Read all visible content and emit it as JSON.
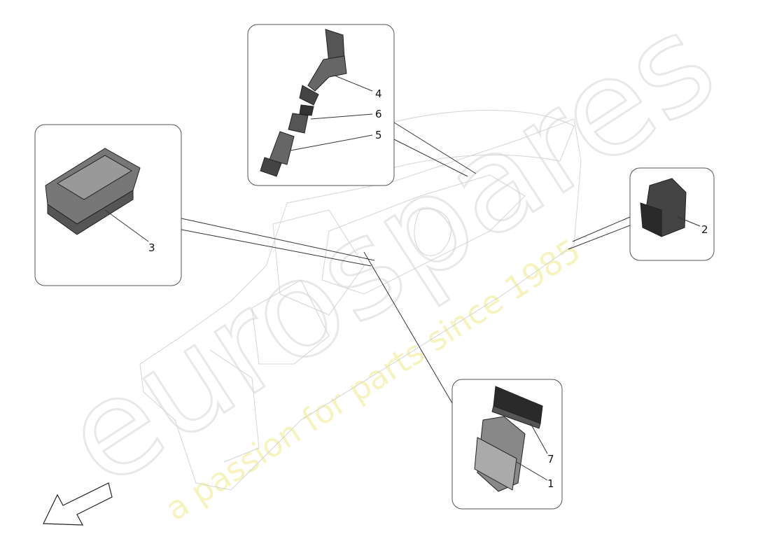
{
  "watermark": {
    "brand": "eurospares",
    "tagline": "a passion for parts since 1985"
  },
  "callouts": [
    {
      "id": "1",
      "label": "1"
    },
    {
      "id": "2",
      "label": "2"
    },
    {
      "id": "3",
      "label": "3"
    },
    {
      "id": "4",
      "label": "4"
    },
    {
      "id": "5",
      "label": "5"
    },
    {
      "id": "6",
      "label": "6"
    },
    {
      "id": "7",
      "label": "7"
    }
  ],
  "colors": {
    "part": "#555555",
    "part_dark": "#2a2a2a",
    "outline": "#555555",
    "watermark": "#f4f1b0"
  },
  "icons": {
    "direction": "arrow-front-left-icon"
  }
}
